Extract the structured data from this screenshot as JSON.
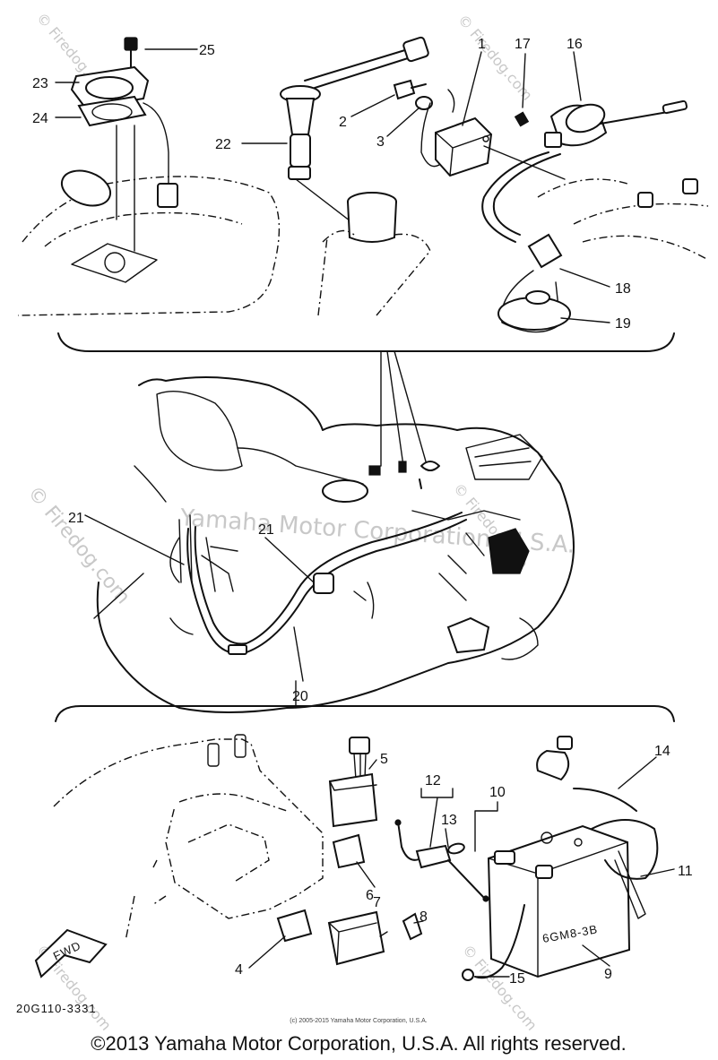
{
  "callouts": {
    "c1": "1",
    "c2": "2",
    "c3": "3",
    "c4": "4",
    "c5": "5",
    "c6": "6",
    "c7": "7",
    "c8": "8",
    "c9": "9",
    "c10": "10",
    "c11": "11",
    "c12": "12",
    "c13": "13",
    "c14": "14",
    "c15": "15",
    "c16": "16",
    "c17": "17",
    "c18": "18",
    "c19": "19",
    "c20": "20",
    "c21a": "21",
    "c21b": "21",
    "c22": "22",
    "c23": "23",
    "c24": "24",
    "c25": "25"
  },
  "battery_marking": "6GM8-3B",
  "fwd_arrow": "FWD",
  "diagram_code": "20G110-3331",
  "small_copyright": "(c) 2005-2015 Yamaha Motor Corporation, U.S.A.",
  "footer_copyright": "©2013 Yamaha Motor Corporation, U.S.A. All rights reserved.",
  "watermarks": {
    "center": "Yamaha Motor Corporation, U.S.A.",
    "side": "© Firedog.com"
  },
  "colors": {
    "ink": "#111111",
    "watermark": "#c8c8c8",
    "background": "#ffffff"
  }
}
